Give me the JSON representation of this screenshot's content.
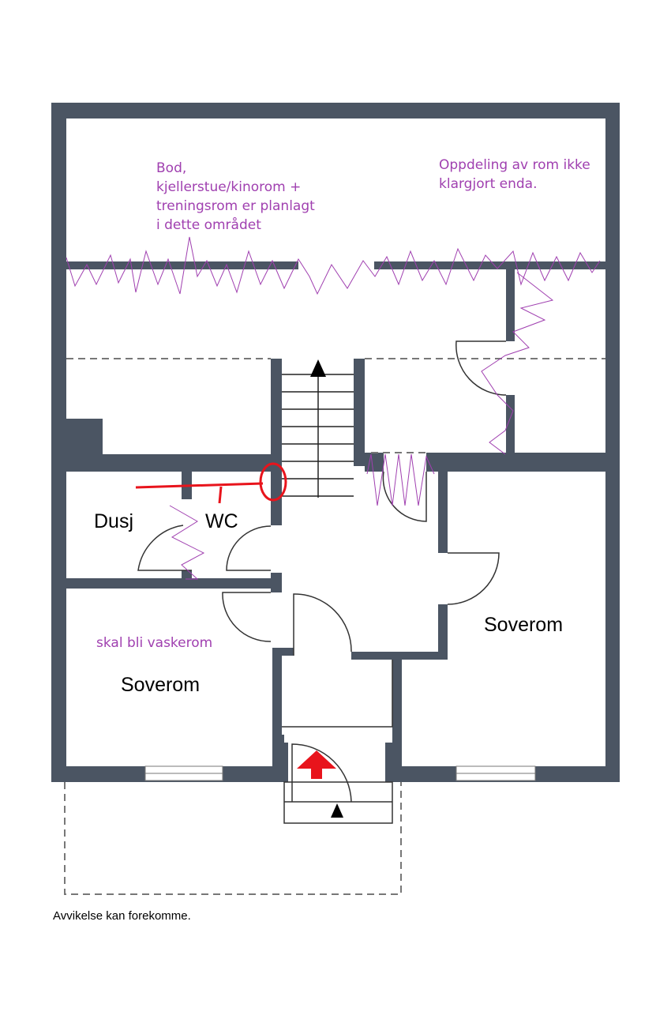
{
  "colors": {
    "wall": "#4b5563",
    "annotation": "#a040b0",
    "marker": "#e8141c",
    "entrance_arrow": "#e8141c"
  },
  "notes": {
    "top_left": [
      "Bod,",
      "kjellerstue/kinorom +",
      "treningsrom er planlagt",
      "i dette området"
    ],
    "top_right": [
      "Oppdeling av rom ikke",
      "klargjort enda."
    ],
    "laundry": "skal bli vaskerom"
  },
  "rooms": {
    "shower": "Dusj",
    "toilet": "WC",
    "bedroom_right": "Soverom",
    "bedroom_left": "Soverom"
  },
  "footer": "Avvikelse kan forekomme."
}
